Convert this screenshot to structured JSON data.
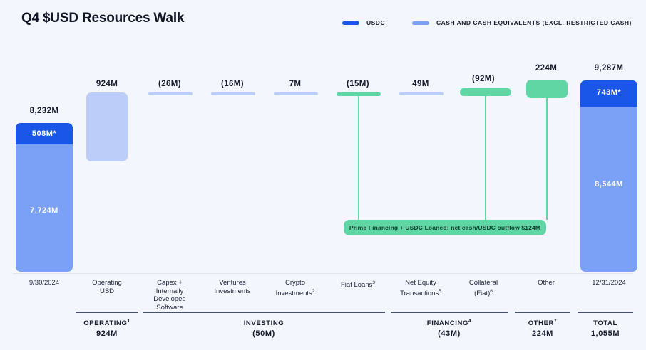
{
  "header": {
    "title": "Q4 $USD Resources Walk"
  },
  "legend": {
    "items": [
      {
        "label": "USDC",
        "color": "#1a56e8"
      },
      {
        "label": "CASH AND CASH EQUIVALENTS (EXCL. RESTRICTED CASH)",
        "color": "#7ba1f7"
      }
    ]
  },
  "callout": {
    "text": "Prime Financing + USDC Loaned: net cash/USDC outflow $124M"
  },
  "chart_data": {
    "type": "bar",
    "title": "Q4 $USD Resources Walk",
    "xlabel": "",
    "ylabel": "",
    "subtype": "waterfall",
    "grid": false,
    "legend_position": "top-right",
    "units": "USD millions",
    "categories": [
      "9/30/2024",
      "Operating USD",
      "Capex + Internally Developed Software",
      "Ventures Investments",
      "Crypto Investments",
      "Fiat Loans",
      "Net Equity Transactions",
      "Collateral (Fiat)",
      "Other",
      "12/31/2024"
    ],
    "value_labels": [
      "8,232M",
      "924M",
      "(26M)",
      "(16M)",
      "7M",
      "(15M)",
      "49M",
      "(92M)",
      "224M",
      "9,287M"
    ],
    "values": [
      8232,
      924,
      -26,
      -16,
      7,
      -15,
      49,
      -92,
      224,
      9287
    ],
    "bar_kinds": [
      "total",
      "delta",
      "delta",
      "delta",
      "delta",
      "delta",
      "delta",
      "delta",
      "delta",
      "total"
    ],
    "bar_colors": [
      "#7ba1f7",
      "#bcccf8",
      "#b9c9f5",
      "#b9c9f5",
      "#b9c9f5",
      "#5fd6a4",
      "#b9c9f5",
      "#5fd6a4",
      "#5fd6a4",
      "#7ba1f7"
    ],
    "stacked_totals": [
      {
        "category": "9/30/2024",
        "total_label": "8,232M",
        "segments": [
          {
            "label": "508M*",
            "value": 508,
            "color": "#1a56e8",
            "series": "USDC"
          },
          {
            "label": "7,724M",
            "value": 7724,
            "color": "#7ba1f7",
            "series": "Cash and cash equivalents"
          }
        ]
      },
      {
        "category": "12/31/2024",
        "total_label": "9,287M",
        "segments": [
          {
            "label": "743M*",
            "value": 743,
            "color": "#1a56e8",
            "series": "USDC"
          },
          {
            "label": "8,544M",
            "value": 8544,
            "color": "#7ba1f7",
            "series": "Cash and cash equivalents"
          }
        ]
      }
    ],
    "annotations": [
      {
        "text": "Prime Financing + USDC Loaned: net cash/USDC outflow $124M",
        "color": "#5fd6a4",
        "connects": [
          "Fiat Loans",
          "Collateral (Fiat)",
          "Other"
        ]
      }
    ]
  },
  "axis_labels": [
    {
      "line1": "9/30/2024",
      "line2": "",
      "line3": "",
      "line4": "",
      "sup": ""
    },
    {
      "line1": "Operating",
      "line2": "USD",
      "line3": "",
      "line4": "",
      "sup": ""
    },
    {
      "line1": "Capex +",
      "line2": "Internally",
      "line3": "Developed",
      "line4": "Software",
      "sup": ""
    },
    {
      "line1": "Ventures",
      "line2": "Investments",
      "line3": "",
      "line4": "",
      "sup": ""
    },
    {
      "line1": "Crypto",
      "line2": "Investments",
      "line3": "",
      "line4": "",
      "sup": "2"
    },
    {
      "line1": "Fiat Loans",
      "line2": "",
      "line3": "",
      "line4": "",
      "sup": "3"
    },
    {
      "line1": "Net Equity",
      "line2": "Transactions",
      "line3": "",
      "line4": "",
      "sup": "5"
    },
    {
      "line1": "Collateral",
      "line2": "(Fiat)",
      "line3": "",
      "line4": "",
      "sup": "6"
    },
    {
      "line1": "Other",
      "line2": "",
      "line3": "",
      "line4": "",
      "sup": ""
    },
    {
      "line1": "12/31/2024",
      "line2": "",
      "line3": "",
      "line4": "",
      "sup": ""
    }
  ],
  "groups": [
    {
      "name": "OPERATING",
      "sup": "1",
      "value": "924M"
    },
    {
      "name": "INVESTING",
      "sup": "",
      "value": "(50M)"
    },
    {
      "name": "FINANCING",
      "sup": "4",
      "value": "(43M)"
    },
    {
      "name": "OTHER",
      "sup": "7",
      "value": "224M"
    },
    {
      "name": "TOTAL",
      "sup": "",
      "value": "1,055M"
    }
  ]
}
